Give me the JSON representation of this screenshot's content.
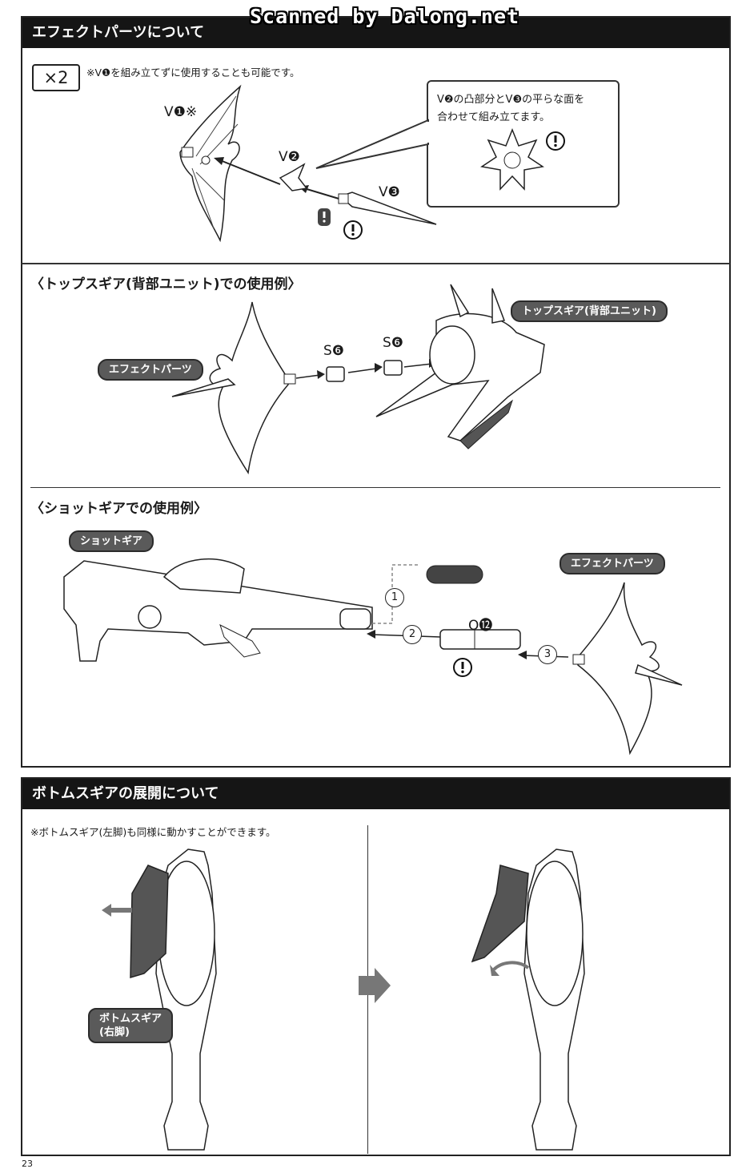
{
  "watermark": "Scanned by Dalong.net",
  "section1": {
    "title": "エフェクトパーツについて",
    "multiplier": "×2",
    "note": "※V❶を組み立てずに使用することも可能です。",
    "part_v1": "V❶※",
    "part_v2": "V❷",
    "part_v3": "V❸",
    "callout_line1": "V❷の凸部分とV❸の平らな面を",
    "callout_line2": "合わせて組み立てます。",
    "sub1": {
      "title": "〈トップスギア(背部ユニット)での使用例〉",
      "label_effect": "エフェクトパーツ",
      "label_unit": "トップスギア(背部ユニット)",
      "part_s6a": "S❻",
      "part_s6b": "S❻"
    },
    "sub2": {
      "title": "〈ショットギアでの使用例〉",
      "label_gun": "ショットギア",
      "label_effect": "エフェクトパーツ",
      "part_o12": "O⓬",
      "step1": "1",
      "step2": "2",
      "step3": "3"
    }
  },
  "section2": {
    "title": "ボトムスギアの展開について",
    "note": "※ボトムスギア(左脚)も同様に動かすことができます。",
    "label_leg_line1": "ボトムスギア",
    "label_leg_line2": "(右脚)"
  },
  "page_number": "23"
}
